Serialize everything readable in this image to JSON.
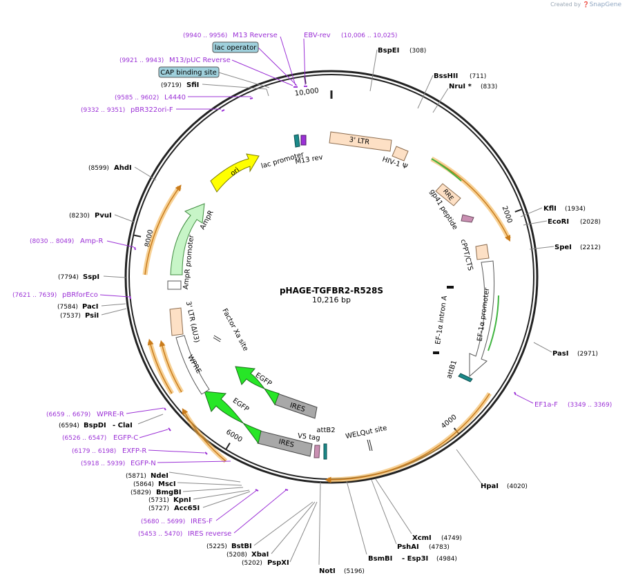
{
  "app": {
    "credit_prefix": "Created by",
    "credit_brand": "SnapGene"
  },
  "plasmid": {
    "name": "pHAGE-TGFBR2-R528S",
    "size_label": "10,216 bp",
    "length": 10216
  },
  "colors": {
    "primer": "#9b30d6",
    "ltr": "#fde0c5",
    "green_arrow": "#27e627",
    "yellow": "#ffff00",
    "ampr": "#c7f5c7",
    "ires": "#a8a8a8",
    "orange_band": "#f2b24e",
    "teal": "#1b8a8a",
    "lilac": "#c98fb2"
  },
  "ticks": [
    {
      "label": "2000",
      "pos": 2000
    },
    {
      "label": "4000",
      "pos": 4000
    },
    {
      "label": "6000",
      "pos": 6000
    },
    {
      "label": "8000",
      "pos": 8000
    },
    {
      "label": "10,000",
      "pos": 10000
    }
  ],
  "enzymes_right": [
    {
      "name": "BspEI",
      "pos": "(308)"
    },
    {
      "name": "BssHII",
      "pos": "(711)"
    },
    {
      "name": "NruI *",
      "pos": "(833)"
    },
    {
      "name": "KflI",
      "pos": "(1934)"
    },
    {
      "name": "EcoRI",
      "pos": "(2028)"
    },
    {
      "name": "SpeI",
      "pos": "(2212)"
    },
    {
      "name": "PasI",
      "pos": "(2971)"
    },
    {
      "name": "HpaI",
      "pos": "(4020)"
    },
    {
      "name": "XcmI",
      "pos": "(4749)"
    },
    {
      "name": "PshAI",
      "pos": "(4783)"
    },
    {
      "name": "BsmBI",
      "extra": "- Esp3I",
      "pos": "(4984)"
    },
    {
      "name": "NotI",
      "pos": "(5196)"
    }
  ],
  "enzymes_left": [
    {
      "name": "SfiI",
      "pos": "(9719)"
    },
    {
      "name": "AhdI",
      "pos": "(8599)"
    },
    {
      "name": "PvuI",
      "pos": "(8230)"
    },
    {
      "name": "SspI",
      "pos": "(7794)"
    },
    {
      "name": "PacI",
      "pos": "(7584)"
    },
    {
      "name": "PsiI",
      "pos": "(7537)"
    },
    {
      "name": "BspDI",
      "extra": "- ClaI",
      "pos": "(6594)"
    },
    {
      "name": "NdeI",
      "pos": "(5871)"
    },
    {
      "name": "MscI",
      "pos": "(5864)"
    },
    {
      "name": "BmgBI",
      "pos": "(5829)"
    },
    {
      "name": "KpnI",
      "pos": "(5731)"
    },
    {
      "name": "Acc65I",
      "pos": "(5727)"
    },
    {
      "name": "BstBI",
      "pos": "(5225)"
    },
    {
      "name": "XbaI",
      "pos": "(5208)"
    },
    {
      "name": "PspXI",
      "pos": "(5202)"
    }
  ],
  "primers": [
    {
      "name": "M13 Reverse",
      "pos": "(9940 .. 9956)"
    },
    {
      "name": "EBV-rev",
      "pos": "(10,006 .. 10,025)"
    },
    {
      "name": "M13/pUC Reverse",
      "pos": "(9921 .. 9943)"
    },
    {
      "name": "L4440",
      "pos": "(9585 .. 9602)"
    },
    {
      "name": "pBR322ori-F",
      "pos": "(9332 .. 9351)"
    },
    {
      "name": "Amp-R",
      "pos": "(8030 .. 8049)"
    },
    {
      "name": "pBRforEco",
      "pos": "(7621 .. 7639)"
    },
    {
      "name": "WPRE-R",
      "pos": "(6659 .. 6679)"
    },
    {
      "name": "EGFP-C",
      "pos": "(6526 .. 6547)"
    },
    {
      "name": "EXFP-R",
      "pos": "(6179 .. 6198)"
    },
    {
      "name": "EGFP-N",
      "pos": "(5918 .. 5939)"
    },
    {
      "name": "IRES-F",
      "pos": "(5680 .. 5699)"
    },
    {
      "name": "IRES reverse",
      "pos": "(5453 .. 5470)"
    },
    {
      "name": "EF1a-F",
      "pos": "(3349 .. 3369)"
    }
  ],
  "boxed_features": [
    {
      "name": "lac operator"
    },
    {
      "name": "CAP binding site"
    }
  ],
  "features": {
    "ltr3": "3' LTR",
    "hiv_psi": "HIV-1 Ψ",
    "rre": "RRE",
    "gp41": "gp41 peptide",
    "cppt": "cPPT/CTS",
    "ef10_promoter": "EF-1α promoter",
    "ef1a_intron": "EF-1α intron A",
    "attb1": "attB1",
    "welqut": "WELQut site",
    "attb2": "attB2",
    "v5": "V5 tag",
    "ires1": "IRES",
    "ires2": "IRES",
    "egfp1": "EGFP",
    "egfp2": "EGFP",
    "factor_xa": "Factor Xa site",
    "wpre": "WPRE",
    "ltr_du3": "3' LTR (ΔU3)",
    "ampr_promoter": "AmpR promoter",
    "ampr": "AmpR",
    "ori": "ori",
    "lac_promoter": "lac promoter",
    "m13rev": "M13 rev"
  }
}
